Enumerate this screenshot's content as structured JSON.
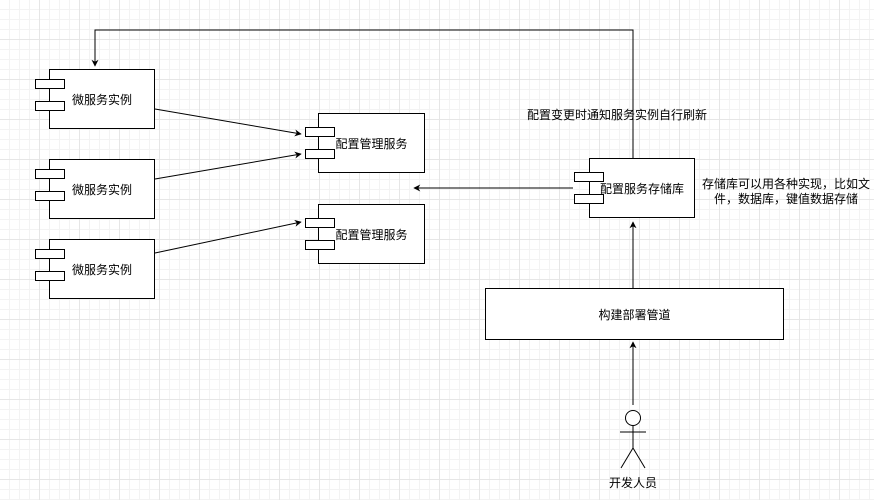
{
  "diagram": {
    "nodes": {
      "ms1": {
        "label": "微服务实例"
      },
      "ms2": {
        "label": "微服务实例"
      },
      "ms3": {
        "label": "微服务实例"
      },
      "cfg1": {
        "label": "配置管理服务"
      },
      "cfg2": {
        "label": "配置管理服务"
      },
      "repo": {
        "label": "配置服务存储库"
      },
      "pipeline": {
        "label": "构建部署管道"
      },
      "developer": {
        "label": "开发人员"
      }
    },
    "annotations": {
      "notify": "配置变更时通知服务实例自行刷新",
      "repo_note_line1": "存储库可以用各种实现，比如文",
      "repo_note_line2": "件，数据库，键值数据存储"
    }
  }
}
